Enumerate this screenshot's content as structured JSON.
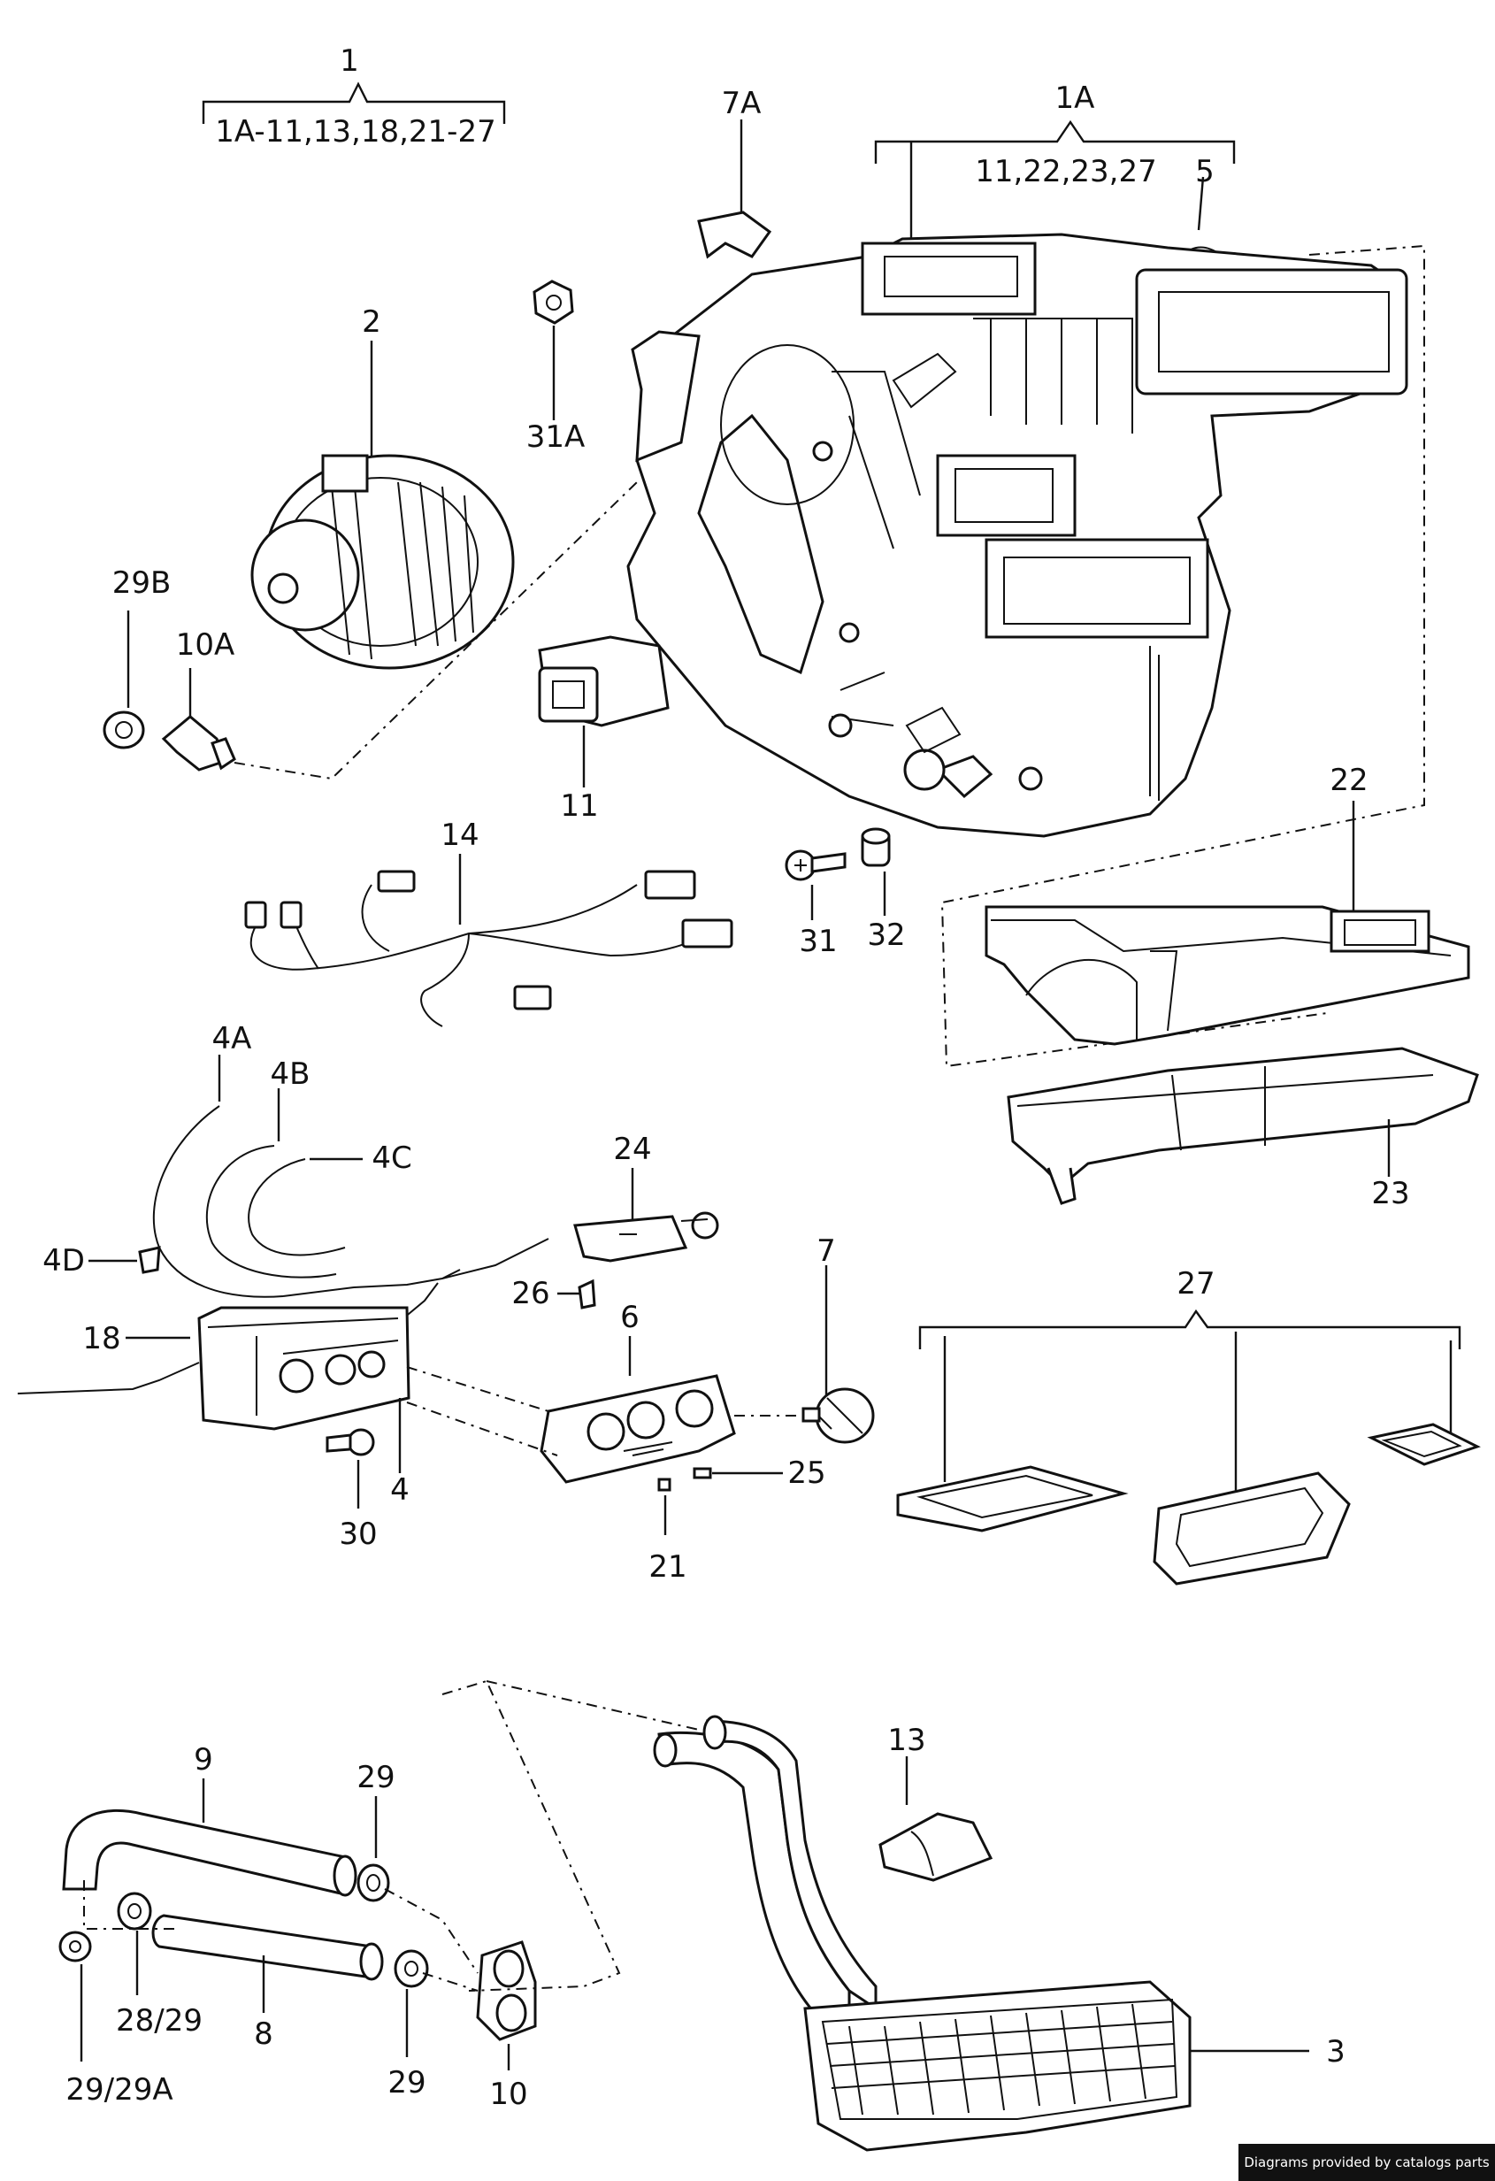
{
  "labels": {
    "g1": "1",
    "g1_range": "1A-11,13,18,21-27",
    "g1A": "1A",
    "g1A_range": "11,22,23,27",
    "p7A": "7A",
    "p5": "5",
    "p2": "2",
    "p31A": "31A",
    "p29B": "29B",
    "p10A": "10A",
    "p11": "11",
    "p14": "14",
    "p31": "31",
    "p32": "32",
    "p22": "22",
    "p23": "23",
    "p4A": "4A",
    "p4B": "4B",
    "p4C": "4C",
    "p4D": "4D",
    "p24": "24",
    "p26": "26",
    "p7": "7",
    "p18": "18",
    "p6": "6",
    "p4": "4",
    "p30": "30",
    "p25": "25",
    "p21": "21",
    "p27": "27",
    "p9": "9",
    "p29a": "29",
    "p13": "13",
    "p28_29": "28/29",
    "p8": "8",
    "p29b": "29",
    "p10": "10",
    "p3": "3",
    "p29_29A": "29/29A"
  },
  "credit": "Diagrams provided by catalogs parts"
}
